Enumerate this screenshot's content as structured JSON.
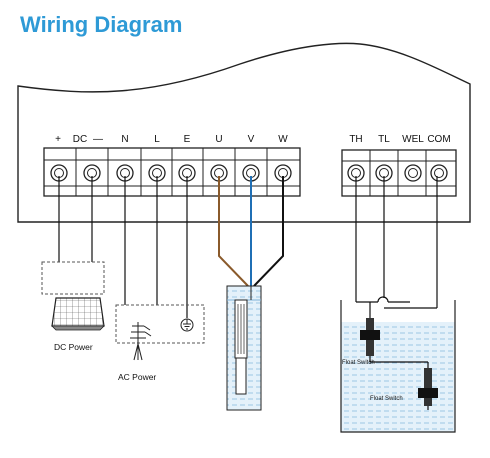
{
  "title": "Wiring Diagram",
  "terminals_left": [
    "+",
    "DC",
    "—",
    "N",
    "L",
    "E",
    "U",
    "V",
    "W"
  ],
  "terminals_right": [
    "TH",
    "TL",
    "WEL",
    "COM"
  ],
  "captions": {
    "dc_power": "DC Power",
    "ac_power": "AC Power",
    "float_switch_1": "Float Switch",
    "float_switch_2": "Float Switch"
  },
  "wire_colors": {
    "u": "#8a5a2b",
    "v": "#1f6fb5",
    "w": "#111111"
  }
}
